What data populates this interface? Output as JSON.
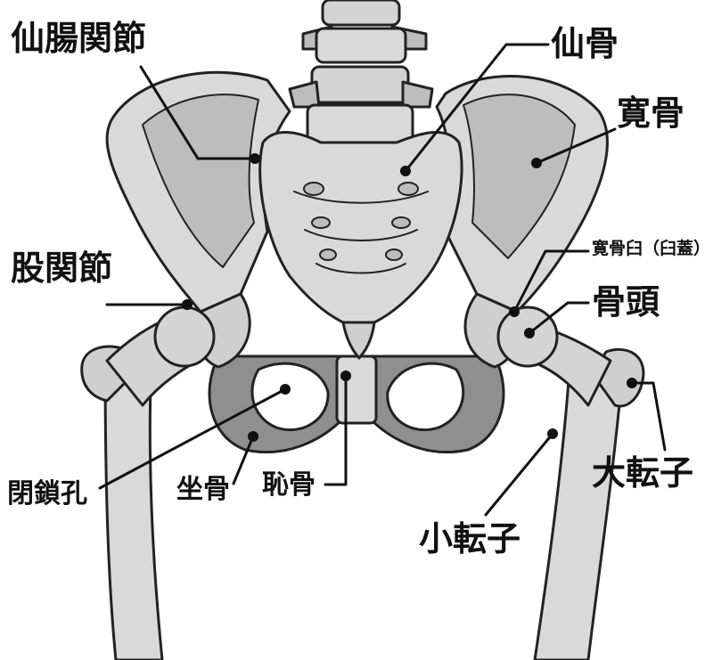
{
  "labels": {
    "sacroiliac_joint": "仙腸関節",
    "sacrum": "仙骨",
    "ilium": "寛骨",
    "hip_joint": "股関節",
    "acetabulum": "寛骨臼（臼蓋）",
    "femoral_head": "骨頭",
    "greater_trochanter": "大転子",
    "lesser_trochanter": "小転子",
    "obturator_foramen": "閉鎖孔",
    "ischium": "坐骨",
    "pubis": "恥骨"
  },
  "colors": {
    "bone": "#d9d9d9",
    "bone_shadow": "#bdbdbd",
    "bone_dark": "#8f8f8f",
    "outline": "#222222",
    "leader": "#111111",
    "text": "#111111"
  }
}
